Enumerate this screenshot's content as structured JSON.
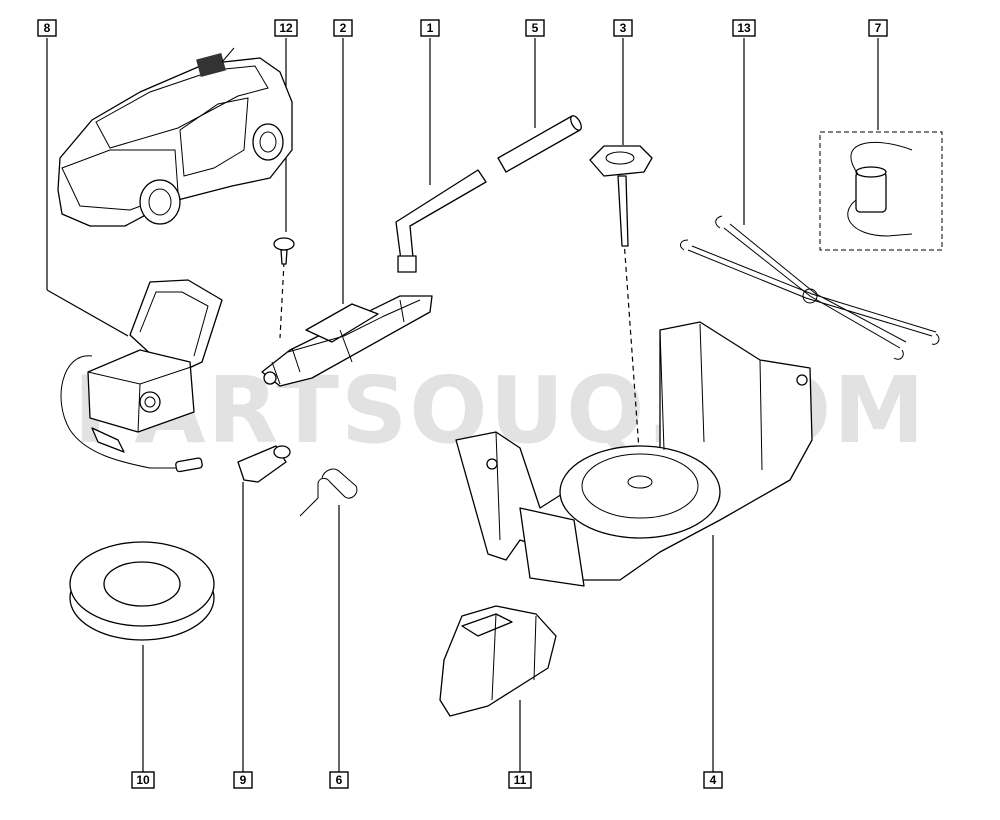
{
  "watermark": "PARTSOUQ.COM",
  "callouts": {
    "c1": "1",
    "c2": "2",
    "c3": "3",
    "c4": "4",
    "c5": "5",
    "c6": "6",
    "c7": "7",
    "c8": "8",
    "c9": "9",
    "c10": "10",
    "c11": "11",
    "c12": "12",
    "c13": "13"
  }
}
